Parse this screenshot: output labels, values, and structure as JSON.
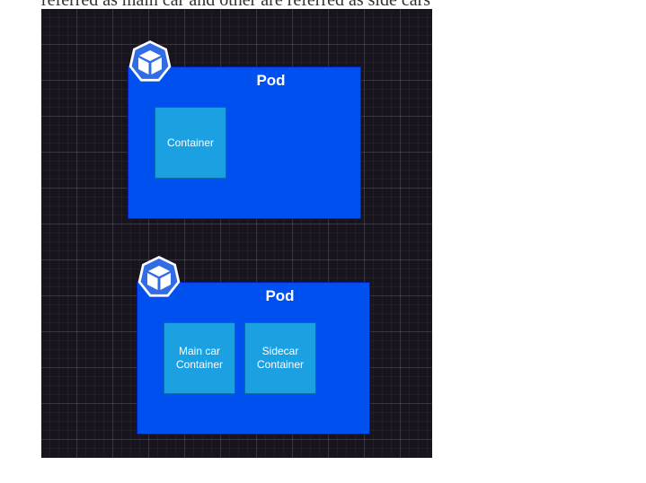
{
  "page": {
    "top_text": "referred as main car and other are referred as side cars"
  },
  "diagram": {
    "colors": {
      "canvas_bg": "#18141d",
      "pod_fill": "#0050ef",
      "container_fill": "#1ba1e2",
      "icon_fill": "#326ce5"
    },
    "pods": [
      {
        "label": "Pod",
        "icon": "kubernetes-pod-icon",
        "containers": [
          {
            "label": "Container"
          }
        ]
      },
      {
        "label": "Pod",
        "icon": "kubernetes-pod-icon",
        "containers": [
          {
            "label": "Main car\nContainer"
          },
          {
            "label": "Sidecar\nContainer"
          }
        ]
      }
    ]
  }
}
